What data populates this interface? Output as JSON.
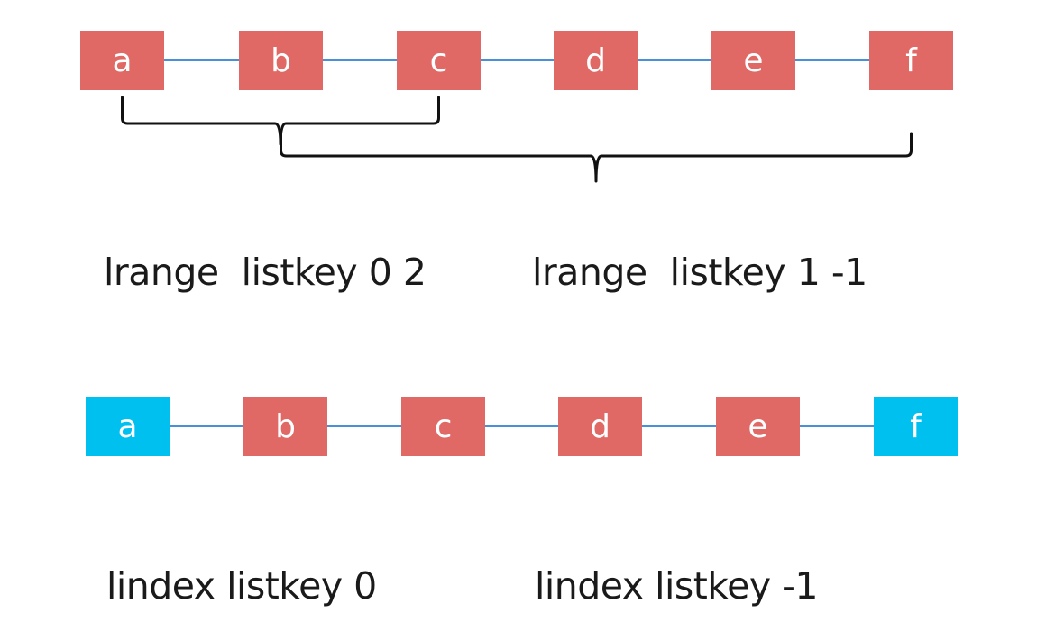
{
  "colors": {
    "node_default": "#e06966",
    "node_highlight": "#00c0f0",
    "link": "#4a90d9",
    "brace": "#111111"
  },
  "lrange_row": {
    "nodes": [
      {
        "label": "a",
        "highlighted": false
      },
      {
        "label": "b",
        "highlighted": false
      },
      {
        "label": "c",
        "highlighted": false
      },
      {
        "label": "d",
        "highlighted": false
      },
      {
        "label": "e",
        "highlighted": false
      },
      {
        "label": "f",
        "highlighted": false
      }
    ],
    "range_braces": [
      {
        "from_index": 0,
        "to_index": 2
      },
      {
        "from_index": 1,
        "to_index": 5
      }
    ]
  },
  "lindex_row": {
    "nodes": [
      {
        "label": "a",
        "highlighted": true
      },
      {
        "label": "b",
        "highlighted": false
      },
      {
        "label": "c",
        "highlighted": false
      },
      {
        "label": "d",
        "highlighted": false
      },
      {
        "label": "e",
        "highlighted": false
      },
      {
        "label": "f",
        "highlighted": true
      }
    ]
  },
  "captions": {
    "lrange_first": "lrange  listkey 0 2",
    "lrange_second": "lrange  listkey 1 -1",
    "lindex_first": "lindex listkey 0",
    "lindex_second": "lindex listkey -1"
  }
}
